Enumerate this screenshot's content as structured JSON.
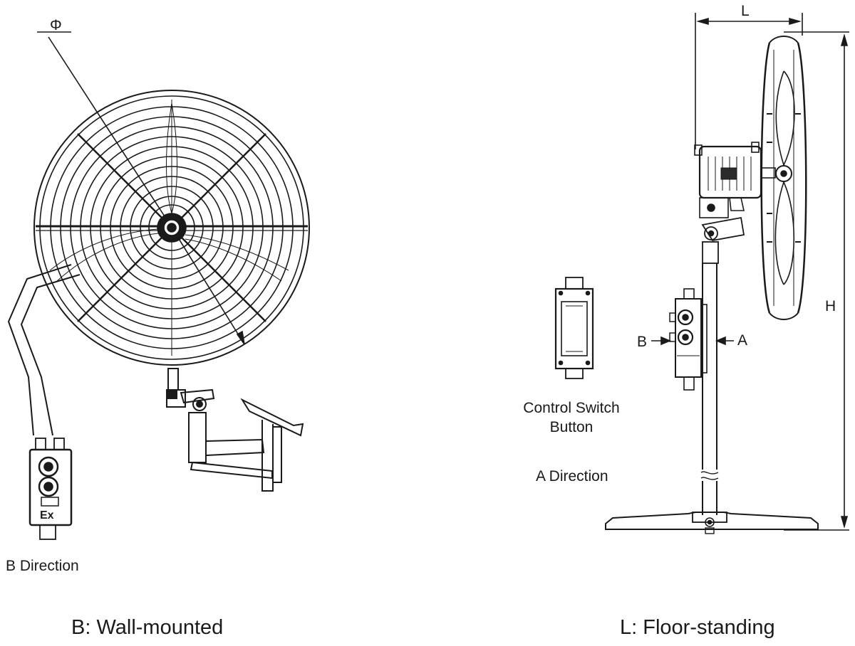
{
  "labels": {
    "diameter_symbol": "Φ",
    "dimension_l": "L",
    "dimension_h": "H",
    "arrow_a": "A",
    "arrow_b": "B",
    "control_switch_line1": "Control Switch",
    "control_switch_line2": "Button",
    "a_direction": "A Direction",
    "b_direction": "B Direction",
    "switch_box_mark": "Ex"
  },
  "captions": {
    "wall_mounted": "B: Wall-mounted",
    "floor_standing": "L: Floor-standing"
  },
  "colors": {
    "line": "#1a1a1a",
    "background": "#ffffff",
    "fill_dark": "#2a2a2a",
    "fill_light": "#dddddd"
  }
}
